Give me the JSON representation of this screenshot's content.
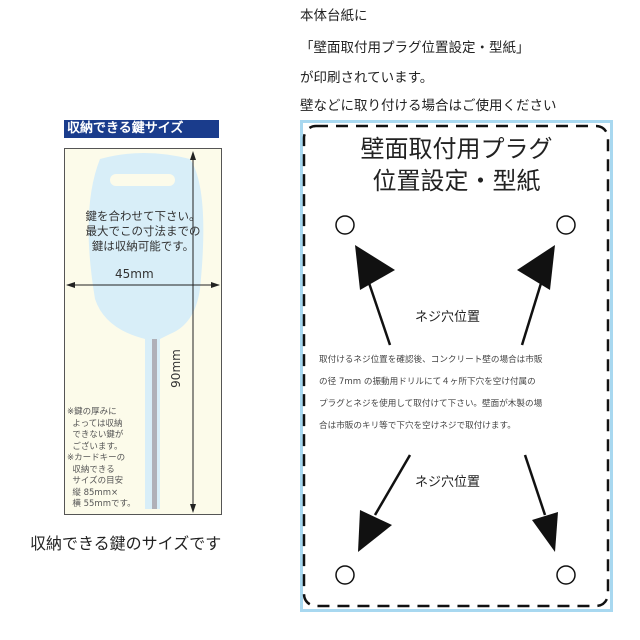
{
  "intro": {
    "lines": [
      "本体台紙に",
      "「壁面取付用プラグ位置設定・型紙」",
      "が印刷されています。",
      "壁などに取り付ける場合はご使用ください"
    ]
  },
  "key_panel": {
    "header": "収納できる鍵サイズ",
    "instruction": [
      "鍵を合わせて下さい。",
      "最大でこの寸法までの",
      "鍵は収納可能です。"
    ],
    "width_label": "45mm",
    "height_label": "90mm",
    "notes": "※鍵の厚みに\n  よっては収納\n  できない鍵が\n  ございます。\n※カードキーの\n  収納できる\n  サイズの目安\n  縦 85mm×\n  横 55mmです。",
    "caption": "収納できる鍵のサイズです",
    "colors": {
      "header": "#1a3c8c",
      "key": "#d8eef8",
      "background": "#fcfbea"
    }
  },
  "template_panel": {
    "title": [
      "壁面取付用プラグ",
      "位置設定・型紙"
    ],
    "screw_label_top": "ネジ穴位置",
    "screw_label_bottom": "ネジ穴位置",
    "instructions": [
      "取付けるネジ位置を確認後、コンクリート壁の場合は市販",
      "の径 7mm の振動用ドリルにて４ヶ所下穴を空け付属の",
      "プラグとネジを使用して取付けて下さい。壁面が木製の場",
      "合は市販のキリ等で下穴を空けネジで取付けます。"
    ],
    "colors": {
      "border": "#a8d8f0"
    }
  }
}
